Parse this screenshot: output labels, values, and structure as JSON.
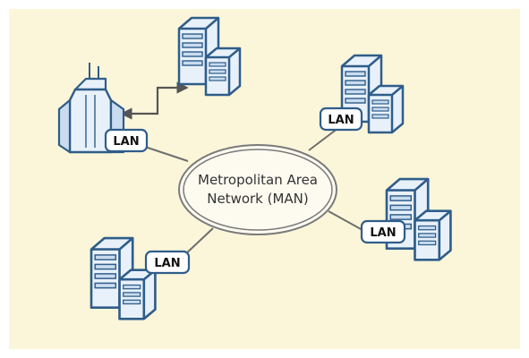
{
  "diagram": {
    "center_label_line1": "Metropolitan Area",
    "center_label_line2": "Network (MAN)",
    "lan_label": "LAN",
    "nodes": [
      {
        "id": "top-left-building",
        "label": "LAN"
      },
      {
        "id": "top-right-servers",
        "label": "LAN"
      },
      {
        "id": "right-servers",
        "label": "LAN"
      },
      {
        "id": "bottom-left-servers",
        "label": "LAN"
      },
      {
        "id": "top-center-servers",
        "label": ""
      }
    ]
  },
  "colors": {
    "background": "#fbf6d9",
    "outline": "#2f5d8a",
    "fill_light": "#e8f1fa",
    "fill_mid": "#c9dcef",
    "connector": "#6e6e6e",
    "ellipse_stroke": "#7a7a7a"
  }
}
